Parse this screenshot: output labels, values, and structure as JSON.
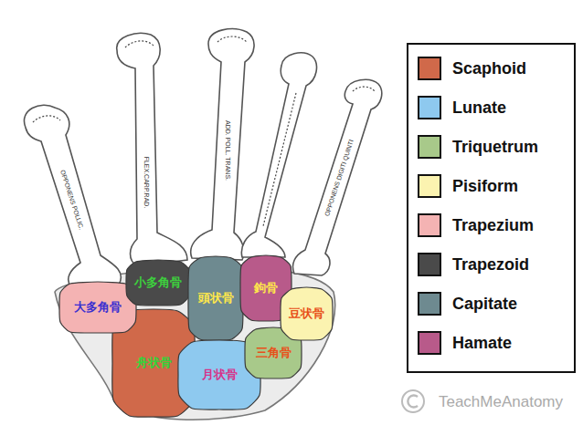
{
  "diagram": {
    "nodes": [
      {
        "text": [
          "小多角骨"
        ]
      },
      {
        "text": [
          "頭状骨"
        ]
      },
      {
        "text": [
          "鉤骨"
        ]
      },
      {
        "text": [
          "大多角骨"
        ]
      },
      {
        "text": [
          "豆状骨"
        ]
      },
      {
        "text": [
          "舟状骨"
        ]
      },
      {
        "text": [
          "三角骨"
        ]
      },
      {
        "text": [
          "月状骨"
        ]
      }
    ],
    "labels": [
      "OPPONENS POLLIC.",
      "FLEX.CARP.RAD.",
      "ADD. POLL. TRANS.",
      "OPPONENS DIGITI QUINTI",
      "TeachMeAnatomy"
    ],
    "legend": [
      {
        "text": "Scaphoid",
        "color": "#d0694a"
      },
      {
        "text": "Lunate",
        "color": "#8ec9ef"
      },
      {
        "text": "Triquetrum",
        "color": "#a8c98a"
      },
      {
        "text": "Pisiform",
        "color": "#fbf3b0"
      },
      {
        "text": "Trapezium",
        "color": "#f4b3b3"
      },
      {
        "text": "Trapezoid",
        "color": "#4a4a4a"
      },
      {
        "text": "Capitate",
        "color": "#6e8a90"
      },
      {
        "text": "Hamate",
        "color": "#b85a8a"
      }
    ]
  }
}
